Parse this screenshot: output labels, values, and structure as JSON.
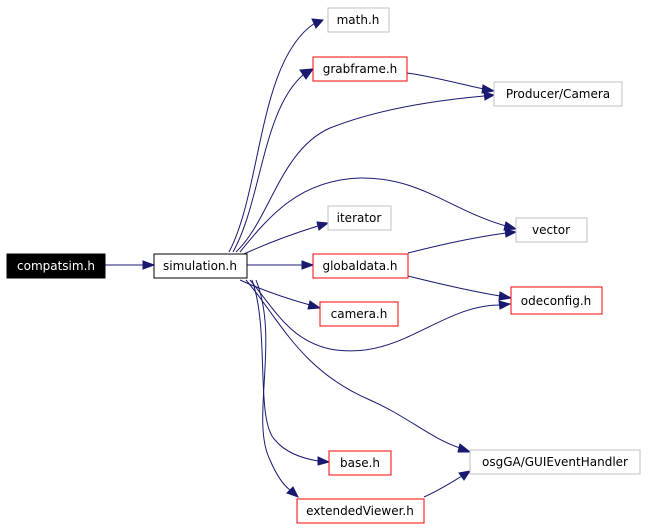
{
  "colors": {
    "edge": "#191970",
    "border_documented": "#000000",
    "border_undocumented": "#c0c0c0",
    "border_truncated": "#ff0000",
    "root_fill": "#000000",
    "root_text": "#ffffff"
  },
  "nodes": {
    "compatsim": {
      "label": "compatsim.h",
      "style": "root"
    },
    "simulation": {
      "label": "simulation.h",
      "style": "documented"
    },
    "math": {
      "label": "math.h",
      "style": "undocumented"
    },
    "grabframe": {
      "label": "grabframe.h",
      "style": "truncated"
    },
    "producer_camera": {
      "label": "Producer/Camera",
      "style": "undocumented"
    },
    "iterator": {
      "label": "iterator",
      "style": "undocumented"
    },
    "vector": {
      "label": "vector",
      "style": "undocumented"
    },
    "globaldata": {
      "label": "globaldata.h",
      "style": "truncated"
    },
    "odeconfig": {
      "label": "odeconfig.h",
      "style": "truncated"
    },
    "camera": {
      "label": "camera.h",
      "style": "truncated"
    },
    "base": {
      "label": "base.h",
      "style": "truncated"
    },
    "osgga": {
      "label": "osgGA/GUIEventHandler",
      "style": "undocumented"
    },
    "extendedviewer": {
      "label": "extendedViewer.h",
      "style": "truncated"
    }
  },
  "edges": [
    [
      "compatsim",
      "simulation"
    ],
    [
      "simulation",
      "math"
    ],
    [
      "simulation",
      "grabframe"
    ],
    [
      "grabframe",
      "producer_camera"
    ],
    [
      "simulation",
      "producer_camera"
    ],
    [
      "simulation",
      "vector"
    ],
    [
      "simulation",
      "iterator"
    ],
    [
      "simulation",
      "globaldata"
    ],
    [
      "globaldata",
      "vector"
    ],
    [
      "globaldata",
      "odeconfig"
    ],
    [
      "simulation",
      "odeconfig"
    ],
    [
      "simulation",
      "camera"
    ],
    [
      "simulation",
      "osgga"
    ],
    [
      "simulation",
      "base"
    ],
    [
      "simulation",
      "extendedviewer"
    ],
    [
      "extendedviewer",
      "osgga"
    ]
  ]
}
